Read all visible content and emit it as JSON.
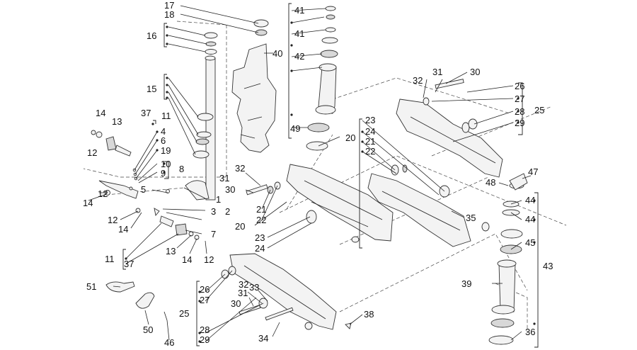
{
  "labels": {
    "l1": "1",
    "l2": "2",
    "l3": "3",
    "l4": "4",
    "l5": "5",
    "l6": "6",
    "l7": "7",
    "l8": "8",
    "l9": "9",
    "l10": "10",
    "l11a": "11",
    "l11b": "11",
    "l12a": "12",
    "l12b": "12",
    "l12c": "12",
    "l12d": "12",
    "l13a": "13",
    "l13b": "13",
    "l14a": "14",
    "l14b": "14",
    "l14c": "14",
    "l14d": "14",
    "l15": "15",
    "l16": "16",
    "l17": "17",
    "l18": "18",
    "l19": "19",
    "l20a": "20",
    "l20b": "20",
    "l21a": "21",
    "l21b": "21",
    "l22a": "22",
    "l22b": "22",
    "l23a": "23",
    "l23b": "23",
    "l24a": "24",
    "l24b": "24",
    "l25a": "25",
    "l25b": "25",
    "l26a": "26",
    "l26b": "26",
    "l27a": "27",
    "l27b": "27",
    "l28a": "28",
    "l28b": "28",
    "l29a": "29",
    "l29b": "29",
    "l30a": "30",
    "l30b": "30",
    "l30c": "30",
    "l31a": "31",
    "l31b": "31",
    "l31c": "31",
    "l32a": "32",
    "l32b": "32",
    "l33": "33",
    "l34": "34",
    "l35": "35",
    "l36": "36",
    "l37a": "37",
    "l37b": "37",
    "l38": "38",
    "l39": "39",
    "l40": "40",
    "l41a": "41",
    "l41b": "41",
    "l42": "42",
    "l43": "43",
    "l44a": "44",
    "l44b": "44",
    "l45": "45",
    "l46": "46",
    "l47": "47",
    "l48": "48",
    "l49": "49",
    "l50": "50",
    "l51": "51"
  }
}
